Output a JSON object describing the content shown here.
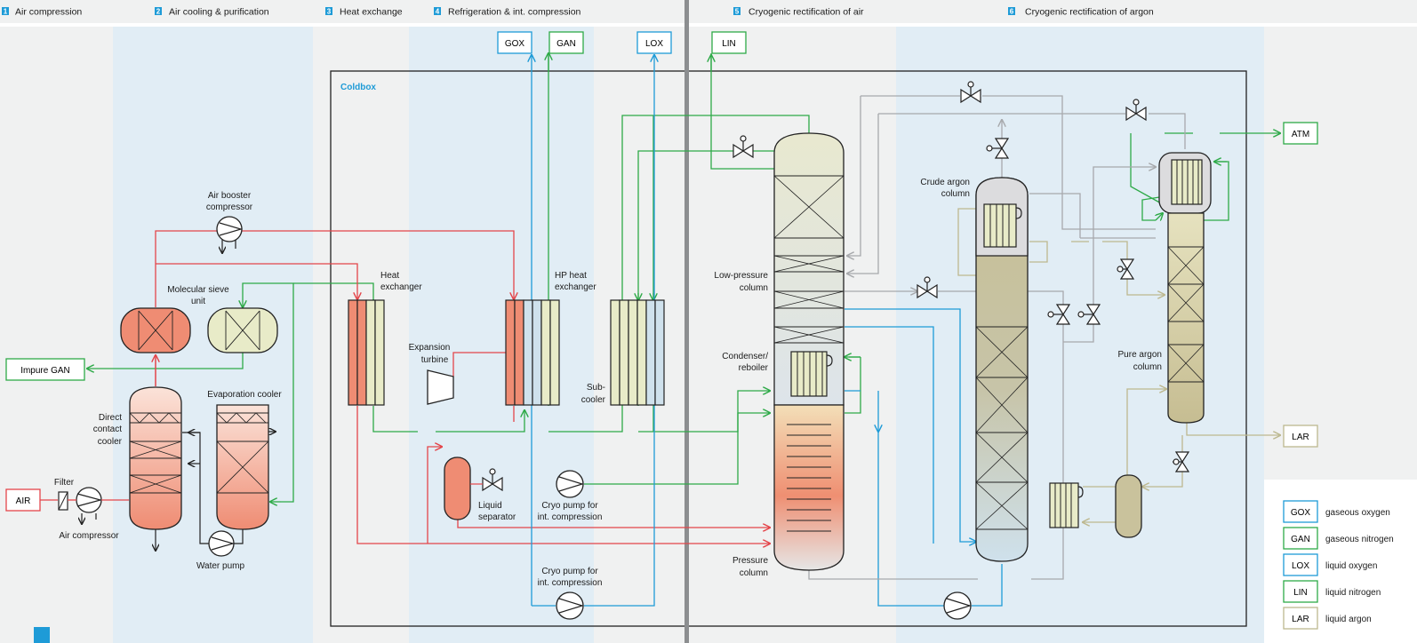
{
  "colors": {
    "red": "#e4454a",
    "green": "#2eaa48",
    "blue": "#1e9bd7",
    "grey": "#a7a9ac",
    "tan": "#bdb88f",
    "dark": "#222222",
    "header_bg": "#f0f1f1",
    "band_light": "#f0f1f1",
    "band_blue": "#e1edf5",
    "salmon": "#ef8c73",
    "cream": "#e8ebc8",
    "argon_fill": "#c9c29c"
  },
  "sections": [
    {
      "num": "1",
      "label": "Air compression"
    },
    {
      "num": "2",
      "label": "Air cooling & purification"
    },
    {
      "num": "3",
      "label": "Heat exchange"
    },
    {
      "num": "4",
      "label": "Refrigeration & int. compression"
    },
    {
      "num": "5",
      "label": "Cryogenic rectification of air"
    },
    {
      "num": "6",
      "label": "Cryogenic rectification of argon"
    }
  ],
  "coldbox_label": "Coldbox",
  "tags": {
    "gox": "GOX",
    "gan": "GAN",
    "lox": "LOX",
    "lin": "LIN",
    "atm": "ATM",
    "lar": "LAR",
    "air": "AIR",
    "impure_gan": "Impure GAN"
  },
  "labels": {
    "air_booster_1": "Air booster",
    "air_booster_2": "compressor",
    "mol_sieve_1": "Molecular sieve",
    "mol_sieve_2": "unit",
    "evap_cooler": "Evaporation cooler",
    "dcc_1": "Direct",
    "dcc_2": "contact",
    "dcc_3": "cooler",
    "filter": "Filter",
    "air_compressor": "Air compressor",
    "water_pump": "Water pump",
    "heat_exchanger_1": "Heat",
    "heat_exchanger_2": "exchanger",
    "expansion_turbine_1": "Expansion",
    "expansion_turbine_2": "turbine",
    "hp_hx_1": "HP heat",
    "hp_hx_2": "exchanger",
    "sub_cooler_1": "Sub-",
    "sub_cooler_2": "cooler",
    "liquid_separator_1": "Liquid",
    "liquid_separator_2": "separator",
    "cryo_pump_a_1": "Cryo pump for",
    "cryo_pump_a_2": "int. compression",
    "cryo_pump_b_1": "Cryo pump for",
    "cryo_pump_b_2": "int. compression",
    "lp_column_1": "Low-pressure",
    "lp_column_2": "column",
    "condenser_1": "Condenser/",
    "condenser_2": "reboiler",
    "pressure_column_1": "Pressure",
    "pressure_column_2": "column",
    "crude_argon_1": "Crude argon",
    "crude_argon_2": "column",
    "pure_argon_1": "Pure argon",
    "pure_argon_2": "column"
  },
  "legend": [
    {
      "tag": "GOX",
      "text": "gaseous oxygen",
      "color": "#1e9bd7"
    },
    {
      "tag": "GAN",
      "text": "gaseous nitrogen",
      "color": "#2eaa48"
    },
    {
      "tag": "LOX",
      "text": "liquid oxygen",
      "color": "#1e9bd7"
    },
    {
      "tag": "LIN",
      "text": "liquid nitrogen",
      "color": "#2eaa48"
    },
    {
      "tag": "LAR",
      "text": "liquid argon",
      "color": "#bdb88f"
    }
  ]
}
